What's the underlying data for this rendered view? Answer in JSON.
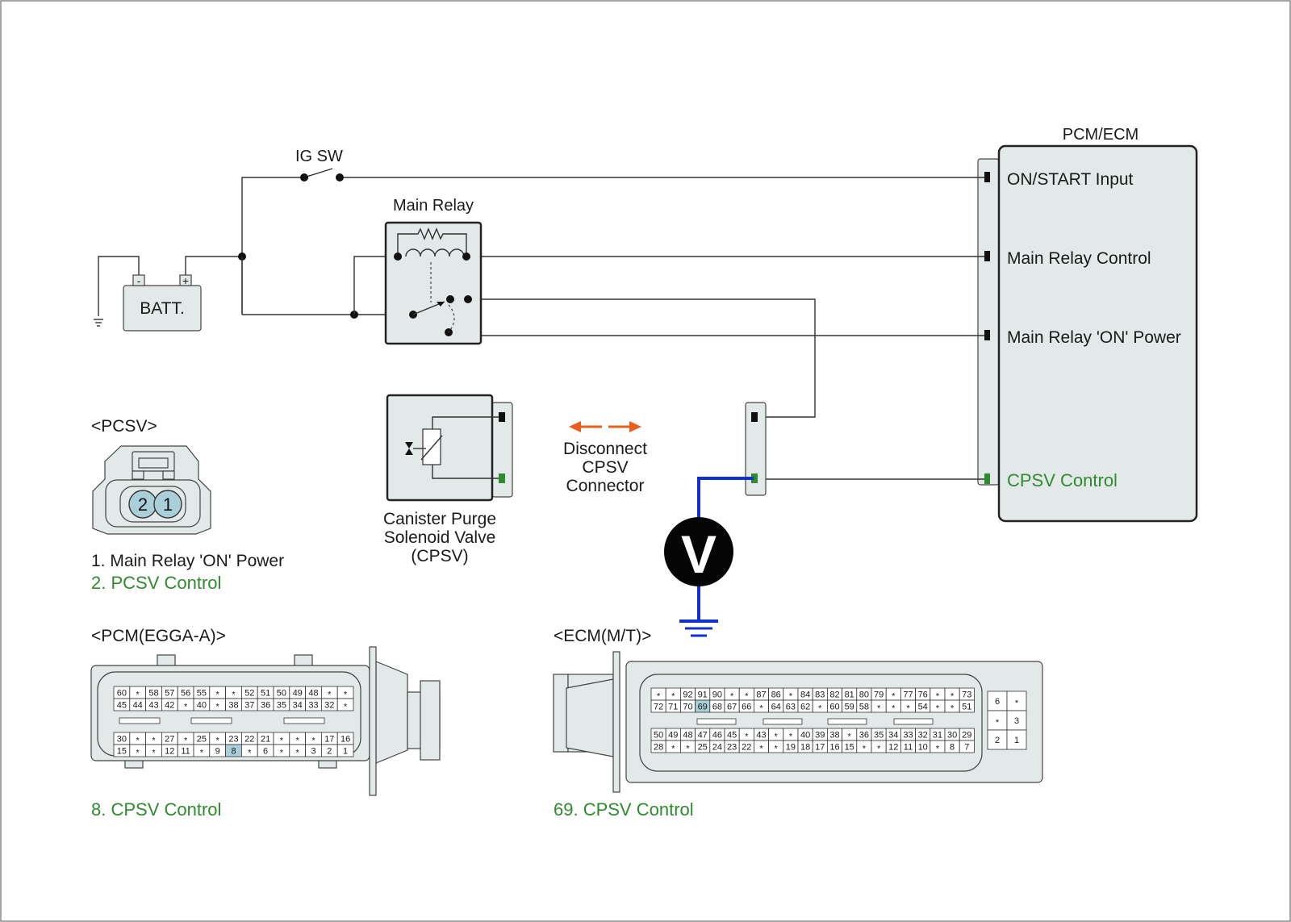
{
  "labels": {
    "ig_sw": "IG SW",
    "main_relay": "Main Relay",
    "batt": "BATT.",
    "batt_minus": "-",
    "batt_plus": "+",
    "pcm_ecm": "PCM/ECM",
    "ecm_on_start": "ON/START Input",
    "ecm_relay_control": "Main Relay Control",
    "ecm_relay_power": "Main Relay 'ON' Power",
    "ecm_cpsv_control": "CPSV Control",
    "disconnect_1": "Disconnect",
    "disconnect_2": "CPSV",
    "disconnect_3": "Connector",
    "cpsv_name_1": "Canister Purge",
    "cpsv_name_2": "Solenoid Valve",
    "cpsv_name_3": "(CPSV)",
    "voltmeter": "V",
    "pcsv_header": "<PCSV>",
    "pcsv_pin1": "1",
    "pcsv_pin2": "2",
    "pcsv_legend_1": "1. Main Relay 'ON' Power",
    "pcsv_legend_2": "2. PCSV Control",
    "pcm_header": "<PCM(EGGA-A)>",
    "pcm_legend": "8. CPSV Control",
    "ecm_header": "<ECM(M/T)>",
    "ecm_legend": "69. CPSV Control"
  },
  "colors": {
    "signal_green": "#2e8b2e",
    "meter_wire_blue": "#1030d0",
    "disconnect_arrow_orange": "#e8601c",
    "highlight_pin": "#a9cfd9",
    "module_fill": "#e3e9e9"
  },
  "pcm_connector": {
    "top_rows": [
      [
        "60",
        "*",
        "58",
        "57",
        "56",
        "55",
        "*",
        "*",
        "52",
        "51",
        "50",
        "49",
        "48",
        "*",
        "*"
      ],
      [
        "45",
        "44",
        "43",
        "42",
        "*",
        "40",
        "*",
        "38",
        "37",
        "36",
        "35",
        "34",
        "33",
        "32",
        "*"
      ]
    ],
    "bottom_rows": [
      [
        "30",
        "*",
        "*",
        "27",
        "*",
        "25",
        "*",
        "23",
        "22",
        "21",
        "*",
        "*",
        "*",
        "17",
        "16"
      ],
      [
        "15",
        "*",
        "*",
        "12",
        "11",
        "*",
        "9",
        "8",
        "*",
        "6",
        "*",
        "*",
        "3",
        "2",
        "1"
      ]
    ],
    "highlight": "8"
  },
  "ecm_connector": {
    "top_rows": [
      [
        "*",
        "*",
        "92",
        "91",
        "90",
        "*",
        "*",
        "87",
        "86",
        "*",
        "84",
        "83",
        "82",
        "81",
        "80",
        "79",
        "*",
        "77",
        "76",
        "*",
        "*",
        "73"
      ],
      [
        "72",
        "71",
        "70",
        "69",
        "68",
        "67",
        "66",
        "*",
        "64",
        "63",
        "62",
        "*",
        "60",
        "59",
        "58",
        "*",
        "*",
        "*",
        "54",
        "*",
        "*",
        "51"
      ]
    ],
    "bottom_rows": [
      [
        "50",
        "49",
        "48",
        "47",
        "46",
        "45",
        "*",
        "43",
        "*",
        "*",
        "40",
        "39",
        "38",
        "*",
        "36",
        "35",
        "34",
        "33",
        "32",
        "31",
        "30",
        "29"
      ],
      [
        "28",
        "*",
        "*",
        "25",
        "24",
        "23",
        "22",
        "*",
        "*",
        "19",
        "18",
        "17",
        "16",
        "15",
        "*",
        "*",
        "12",
        "11",
        "10",
        "*",
        "8",
        "7"
      ]
    ],
    "side_block": [
      [
        "6",
        "*"
      ],
      [
        "*",
        "3"
      ],
      [
        "2",
        "1"
      ]
    ],
    "highlight": "69"
  }
}
